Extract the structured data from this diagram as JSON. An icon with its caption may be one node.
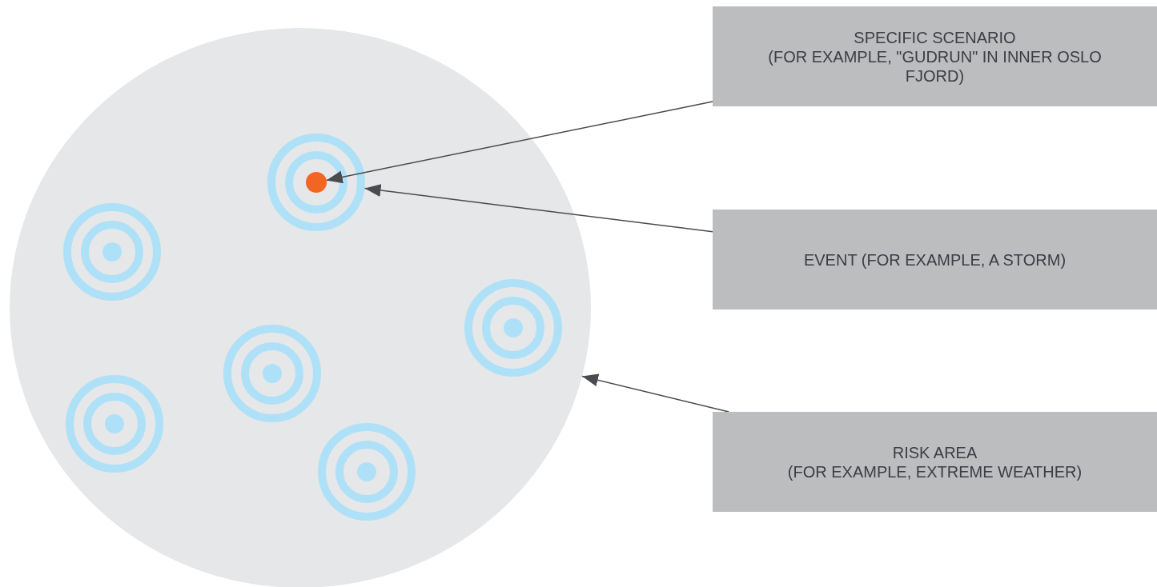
{
  "diagram": {
    "nodes": [
      {
        "text": [],
        "shape": "circle"
      },
      {
        "text": [],
        "shape": "circle",
        "in": 0
      },
      {
        "text": [],
        "shape": "circle",
        "in": 1
      },
      {
        "text": [],
        "shape": "circle",
        "in": 0
      },
      {
        "text": [],
        "shape": "circle",
        "in": 0
      },
      {
        "text": [],
        "shape": "circle",
        "in": 0
      },
      {
        "text": [],
        "shape": "circle",
        "in": 0
      },
      {
        "text": [],
        "shape": "circle",
        "in": 0
      },
      {
        "text": [
          "SPECIFIC SCENARIO",
          "(FOR EXAMPLE, \"GUDRUN\" IN INNER OSLO FJORD)"
        ]
      },
      {
        "text": [
          "EVENT (FOR EXAMPLE, A STORM)"
        ]
      },
      {
        "text": [
          "RISK AREA",
          "(FOR EXAMPLE, EXTREME WEATHER)"
        ]
      }
    ],
    "edges": [
      {
        "from": 8,
        "to": 2,
        "arrow": "to"
      },
      {
        "from": 9,
        "to": 1,
        "arrow": "to"
      },
      {
        "from": 10,
        "to": 0,
        "arrow": "to"
      }
    ]
  }
}
